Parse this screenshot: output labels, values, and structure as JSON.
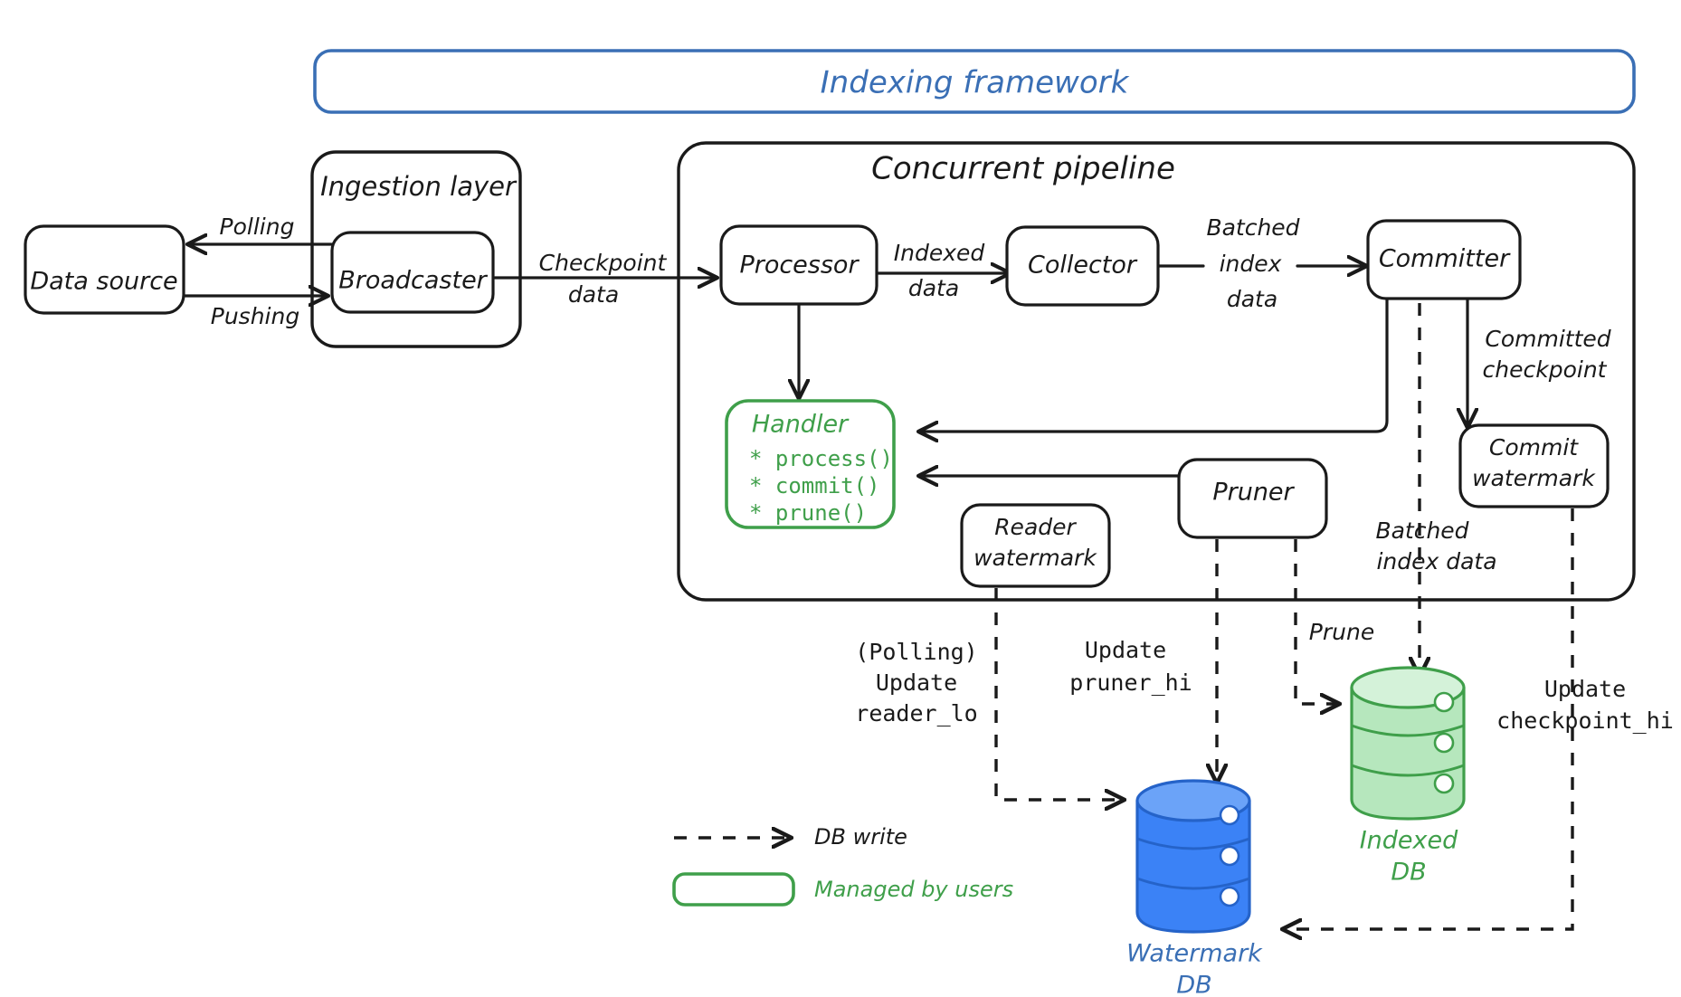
{
  "title": {
    "text": "Indexing framework",
    "color": "#3a6fb5"
  },
  "groups": {
    "ingestion": {
      "label": "Ingestion layer"
    },
    "pipeline": {
      "label": "Concurrent pipeline"
    }
  },
  "nodes": {
    "data_source": {
      "label": "Data source"
    },
    "broadcaster": {
      "label": "Broadcaster"
    },
    "processor": {
      "label": "Processor"
    },
    "collector": {
      "label": "Collector"
    },
    "committer": {
      "label": "Committer"
    },
    "commit_watermark": {
      "label_line1": "Commit",
      "label_line2": "watermark"
    },
    "reader_watermark": {
      "label_line1": "Reader",
      "label_line2": "watermark"
    },
    "pruner": {
      "label": "Pruner"
    },
    "handler": {
      "title": "Handler",
      "methods": [
        "* process()",
        "* commit()",
        "* prune()"
      ],
      "color": "#3f9f4a"
    }
  },
  "databases": {
    "indexed_db": {
      "label_line1": "Indexed",
      "label_line2": "DB",
      "color": "#3f9f4a",
      "fill": "#b6e7bd"
    },
    "watermark_db": {
      "label_line1": "Watermark",
      "label_line2": "DB",
      "color": "#2563c9",
      "fill": "#3b82f6"
    }
  },
  "edge_labels": {
    "polling": "Polling",
    "pushing": "Pushing",
    "checkpoint_data_line1": "Checkpoint",
    "checkpoint_data_line2": "data",
    "indexed_data_line1": "Indexed",
    "indexed_data_line2": "data",
    "batched_index_data_line1": "Batched",
    "batched_index_data_line2": "index",
    "batched_index_data_line3": "data",
    "committed_checkpoint_line1": "Committed",
    "committed_checkpoint_line2": "checkpoint",
    "batched_index_data2_line1": "Batched",
    "batched_index_data2_line2": "index data",
    "prune": "Prune",
    "polling_update_line1": "(Polling)",
    "polling_update_line2": "Update",
    "polling_update_line3": "reader_lo",
    "update_pruner_line1": "Update",
    "update_pruner_line2": "pruner_hi",
    "update_checkpoint_line1": "Update",
    "update_checkpoint_line2": "checkpoint_hi"
  },
  "legend": {
    "db_write": "DB write",
    "managed_by_users": "Managed by users",
    "managed_color": "#3f9f4a"
  }
}
